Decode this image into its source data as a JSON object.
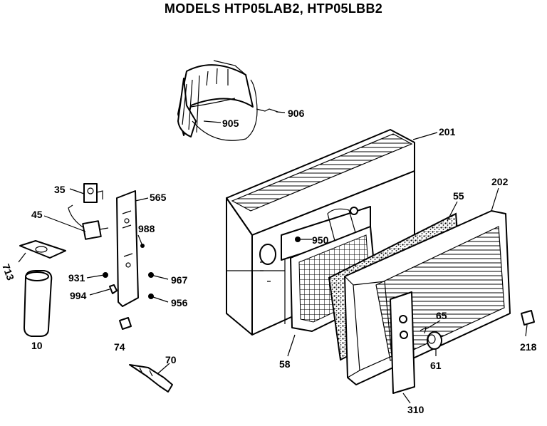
{
  "title": "MODELS HTP05LAB2, HTP05LBB2",
  "callouts": {
    "c35": "35",
    "c45": "45",
    "c565": "565",
    "c988": "988",
    "c713": "713",
    "c931": "931",
    "c994": "994",
    "c967": "967",
    "c956": "956",
    "c10": "10",
    "c74": "74",
    "c70": "70",
    "c905": "905",
    "c906": "906",
    "c201": "201",
    "c950": "950",
    "c55": "55",
    "c202": "202",
    "c58": "58",
    "c65": "65",
    "c61": "61",
    "c310": "310",
    "c218": "218"
  }
}
